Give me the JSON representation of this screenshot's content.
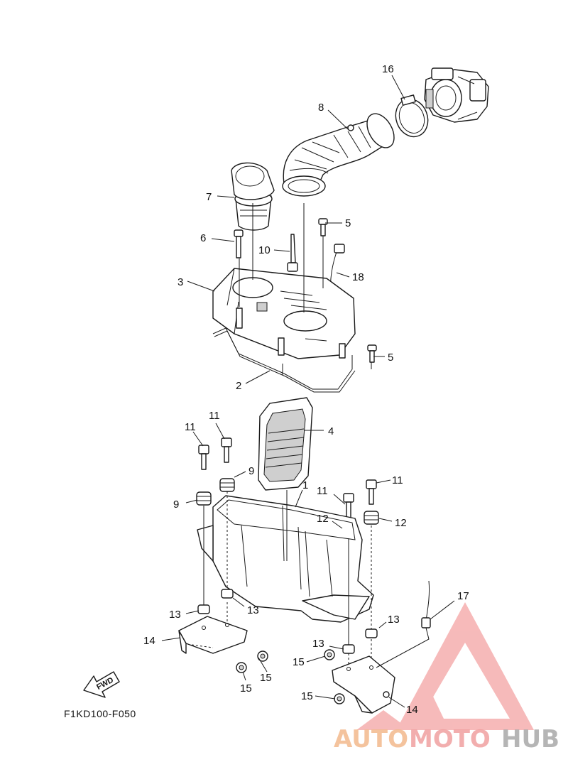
{
  "diagram": {
    "code": "F1KD100-F050",
    "fwd_label": "FWD",
    "callouts": [
      "16",
      "8",
      "7",
      "5",
      "6",
      "10",
      "18",
      "3",
      "5",
      "2",
      "4",
      "11",
      "11",
      "9",
      "9",
      "1",
      "11",
      "11",
      "12",
      "12",
      "13",
      "13",
      "17",
      "13",
      "13",
      "14",
      "15",
      "15",
      "15",
      "15",
      "14"
    ]
  },
  "watermark": {
    "part1": "AUTO",
    "part2": "MOTO",
    "part3": "HUB"
  }
}
